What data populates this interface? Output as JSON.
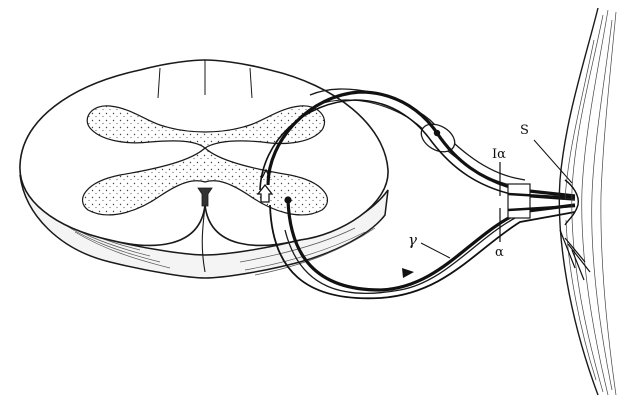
{
  "labels": {
    "s": "S",
    "ia": "Iα",
    "alpha": "α",
    "gamma": "γ"
  },
  "colors": {
    "ink": "#1a1a1a",
    "grey_matter_fill": "#e9e9e9",
    "background": "#ffffff"
  }
}
